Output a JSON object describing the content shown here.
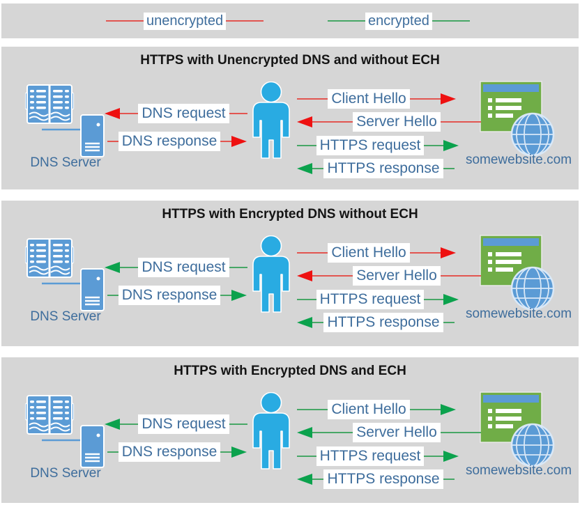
{
  "colors": {
    "red_line": "#e25550",
    "red_head": "#ee1111",
    "green_line": "#47a766",
    "green_head": "#0ba24d",
    "panel_bg": "#d6d6d6",
    "label_text": "#3e6d9c",
    "person_blue": "#29abe2",
    "icon_blue": "#5b9bd5",
    "website_green": "#70ad47"
  },
  "legend": {
    "items": [
      {
        "label": "unencrypted",
        "color": "red"
      },
      {
        "label": "encrypted",
        "color": "green"
      }
    ]
  },
  "panels": [
    {
      "title": "HTTPS with Unencrypted DNS and without ECH",
      "dns_server_label": "DNS Server",
      "website_label": "somewebsite.com",
      "arrows": [
        {
          "id": "dns-request",
          "label": "DNS request",
          "dir": "left",
          "color": "red"
        },
        {
          "id": "dns-response",
          "label": "DNS response",
          "dir": "right",
          "color": "red"
        },
        {
          "id": "client-hello",
          "label": "Client Hello",
          "dir": "right",
          "color": "red"
        },
        {
          "id": "server-hello",
          "label": "Server Hello",
          "dir": "left",
          "color": "red"
        },
        {
          "id": "https-request",
          "label": "HTTPS request",
          "dir": "right",
          "color": "green"
        },
        {
          "id": "https-response",
          "label": "HTTPS response",
          "dir": "left",
          "color": "green"
        }
      ]
    },
    {
      "title": "HTTPS with Encrypted DNS without ECH",
      "dns_server_label": "DNS Server",
      "website_label": "somewebsite.com",
      "arrows": [
        {
          "id": "dns-request",
          "label": "DNS request",
          "dir": "left",
          "color": "green"
        },
        {
          "id": "dns-response",
          "label": "DNS response",
          "dir": "right",
          "color": "green"
        },
        {
          "id": "client-hello",
          "label": "Client Hello",
          "dir": "right",
          "color": "red"
        },
        {
          "id": "server-hello",
          "label": "Server Hello",
          "dir": "left",
          "color": "red"
        },
        {
          "id": "https-request",
          "label": "HTTPS request",
          "dir": "right",
          "color": "green"
        },
        {
          "id": "https-response",
          "label": "HTTPS response",
          "dir": "left",
          "color": "green"
        }
      ]
    },
    {
      "title": "HTTPS with Encrypted DNS and ECH",
      "dns_server_label": "DNS Server",
      "website_label": "somewebsite.com",
      "arrows": [
        {
          "id": "dns-request",
          "label": "DNS request",
          "dir": "left",
          "color": "green"
        },
        {
          "id": "dns-response",
          "label": "DNS response",
          "dir": "right",
          "color": "green"
        },
        {
          "id": "client-hello",
          "label": "Client Hello",
          "dir": "right",
          "color": "green"
        },
        {
          "id": "server-hello",
          "label": "Server Hello",
          "dir": "left",
          "color": "green"
        },
        {
          "id": "https-request",
          "label": "HTTPS request",
          "dir": "right",
          "color": "green"
        },
        {
          "id": "https-response",
          "label": "HTTPS response",
          "dir": "left",
          "color": "green"
        }
      ]
    }
  ]
}
